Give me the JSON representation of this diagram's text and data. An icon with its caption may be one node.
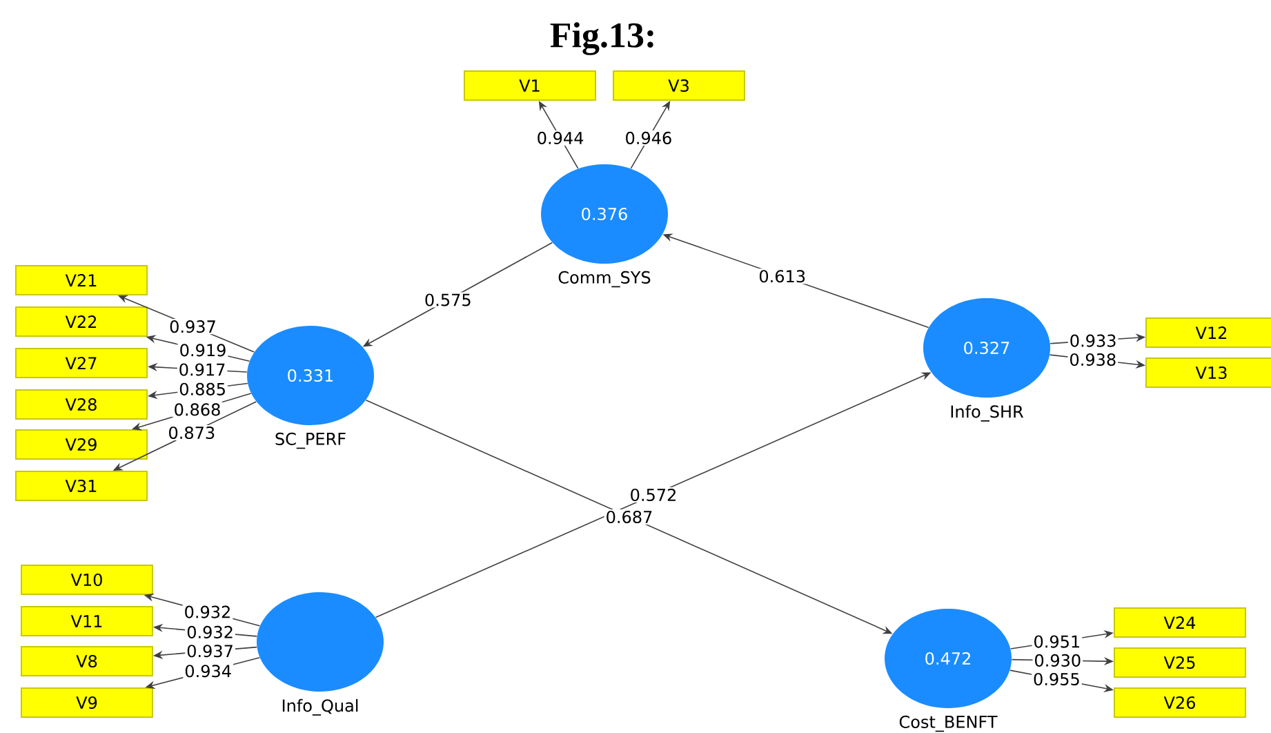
{
  "diagram": {
    "title": "Fig.13:",
    "nodes": [
      {
        "text": [
          "0.376"
        ],
        "beside": [
          "Comm_SYS"
        ]
      },
      {
        "text": [
          "0.331"
        ],
        "beside": [
          "SC_PERF"
        ]
      },
      {
        "text": [
          "0.327"
        ],
        "beside": [
          "Info_SHR"
        ]
      },
      {
        "text": [],
        "shape": "circle",
        "beside": [
          "Info_Qual"
        ]
      },
      {
        "text": [
          "0.472"
        ],
        "beside": [
          "Cost_BENFT"
        ]
      },
      {
        "text": [
          "V1"
        ]
      },
      {
        "text": [
          "V3"
        ]
      },
      {
        "text": [
          "V21"
        ]
      },
      {
        "text": [
          "V22"
        ]
      },
      {
        "text": [
          "V27"
        ]
      },
      {
        "text": [
          "V28"
        ]
      },
      {
        "text": [
          "V29"
        ]
      },
      {
        "text": [
          "V31"
        ]
      },
      {
        "text": [
          "V12"
        ]
      },
      {
        "text": [
          "V13"
        ]
      },
      {
        "text": [
          "V10"
        ]
      },
      {
        "text": [
          "V11"
        ]
      },
      {
        "text": [
          "V8"
        ]
      },
      {
        "text": [
          "V9"
        ]
      },
      {
        "text": [
          "V24"
        ]
      },
      {
        "text": [
          "V25"
        ]
      },
      {
        "text": [
          "V26"
        ]
      }
    ],
    "edges": [
      {
        "from": 0,
        "to": 5,
        "arrow": "to",
        "label": "0.944"
      },
      {
        "from": 0,
        "to": 6,
        "arrow": "to",
        "label": "0.946"
      },
      {
        "from": 0,
        "to": 1,
        "arrow": "to",
        "label": "0.575"
      },
      {
        "from": 2,
        "to": 0,
        "arrow": "to",
        "label": "0.613"
      },
      {
        "from": 1,
        "to": 7,
        "arrow": "to",
        "label": "0.937"
      },
      {
        "from": 1,
        "to": 8,
        "arrow": "to",
        "label": "0.919"
      },
      {
        "from": 1,
        "to": 9,
        "arrow": "to",
        "label": "0.917"
      },
      {
        "from": 1,
        "to": 10,
        "arrow": "to",
        "label": "0.885"
      },
      {
        "from": 1,
        "to": 11,
        "arrow": "to",
        "label": "0.868"
      },
      {
        "from": 1,
        "to": 12,
        "arrow": "to",
        "label": "0.873"
      },
      {
        "from": 2,
        "to": 13,
        "arrow": "to",
        "label": "0.933"
      },
      {
        "from": 2,
        "to": 14,
        "arrow": "to",
        "label": "0.938"
      },
      {
        "from": 3,
        "to": 2,
        "arrow": "to",
        "label": "0.572"
      },
      {
        "from": 1,
        "to": 4,
        "arrow": "to",
        "label": "0.687"
      },
      {
        "from": 3,
        "to": 15,
        "arrow": "to",
        "label": "0.932"
      },
      {
        "from": 3,
        "to": 16,
        "arrow": "to",
        "label": "0.932"
      },
      {
        "from": 3,
        "to": 17,
        "arrow": "to",
        "label": "0.937"
      },
      {
        "from": 3,
        "to": 18,
        "arrow": "to",
        "label": "0.934"
      },
      {
        "from": 4,
        "to": 19,
        "arrow": "to",
        "label": "0.951"
      },
      {
        "from": 4,
        "to": 20,
        "arrow": "to",
        "label": "0.930"
      },
      {
        "from": 4,
        "to": 21,
        "arrow": "to",
        "label": "0.955"
      }
    ]
  }
}
